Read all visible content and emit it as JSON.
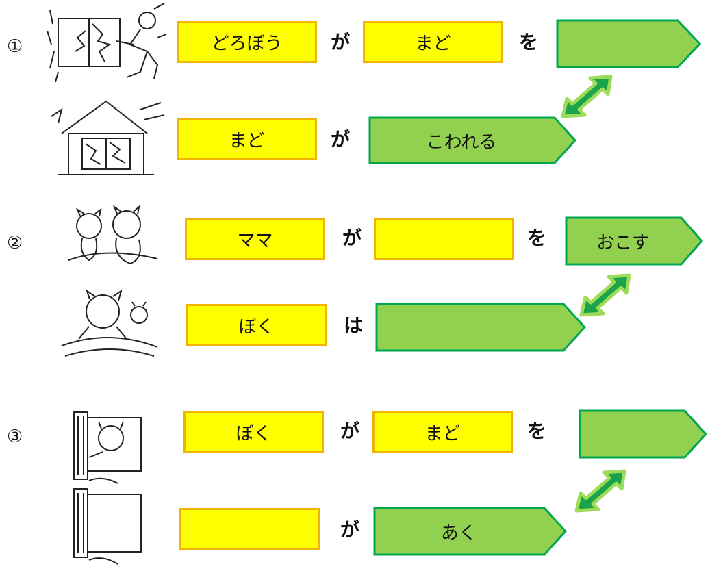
{
  "row1": {
    "number": "①",
    "top_subject": "どろぼう",
    "top_particle_subject": "が",
    "top_object": "まど",
    "top_particle_object": "を",
    "top_verb": "",
    "bottom_subject": "まど",
    "bottom_particle": "が",
    "bottom_verb": "こわれる"
  },
  "row2": {
    "number": "②",
    "top_subject": "ママ",
    "top_particle_subject": "が",
    "top_object": "",
    "top_particle_object": "を",
    "top_verb": "おこす",
    "bottom_subject": "ぼく",
    "bottom_particle": "は",
    "bottom_verb": ""
  },
  "row3": {
    "number": "③",
    "top_subject": "ぼく",
    "top_particle_subject": "が",
    "top_object": "まど",
    "top_particle_object": "を",
    "top_verb": "",
    "bottom_subject": "",
    "bottom_particle": "が",
    "bottom_verb": "あく"
  },
  "colors": {
    "yellow_fill": "#ffff00",
    "yellow_border": "#f2b400",
    "green_fill": "#92d050",
    "green_border": "#00a650",
    "arrow_fill": "#1aa34a",
    "arrow_border": "#9ddc58"
  }
}
